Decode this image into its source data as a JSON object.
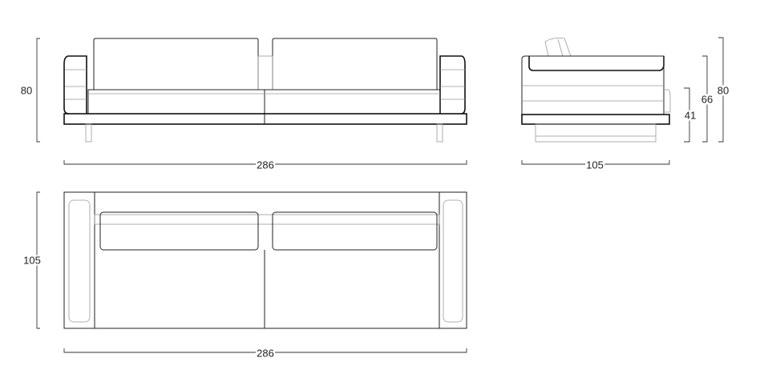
{
  "drawing": {
    "front_view": {
      "height_label": "80",
      "width_label": "286"
    },
    "side_view": {
      "seat_height_label": "41",
      "arm_height_label": "66",
      "height_label": "80",
      "depth_label": "105"
    },
    "top_view": {
      "depth_label": "105",
      "width_label": "286"
    }
  }
}
